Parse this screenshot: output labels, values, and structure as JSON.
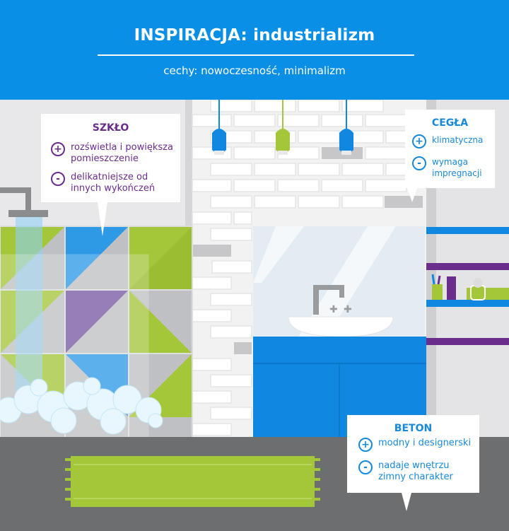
{
  "header": {
    "title": "INSPIRACJA: industrializm",
    "subtitle": "cechy: nowoczesność, minimalizm"
  },
  "szklo": {
    "title": "SZKŁO",
    "plus_sign": "+",
    "plus_text": "rozświetla i powiększa pomieszczenie",
    "minus_sign": "-",
    "minus_text": "delikatniejsze od innych wykończeń"
  },
  "cegla": {
    "title": "CEGŁA",
    "plus_sign": "+",
    "plus_text": "klimatyczna",
    "minus_sign": "-",
    "minus_text": "wymaga impregnacji"
  },
  "beton": {
    "title": "BETON",
    "plus_sign": "+",
    "plus_text": "modny i designerski",
    "minus_sign": "-",
    "minus_text": "nadaje wnętrzu zimny charakter"
  },
  "colors": {
    "header_blue": "#0a8fe6",
    "accent_purple": "#6b2d8c",
    "accent_green": "#a4c639",
    "accent_blue": "#1789d9",
    "floor_gray": "#6d6e70"
  },
  "icons": [
    "lamp-icon",
    "faucet-icon",
    "sink-icon",
    "shower-icon",
    "rug-icon",
    "cup-icon",
    "bottle-icon"
  ]
}
